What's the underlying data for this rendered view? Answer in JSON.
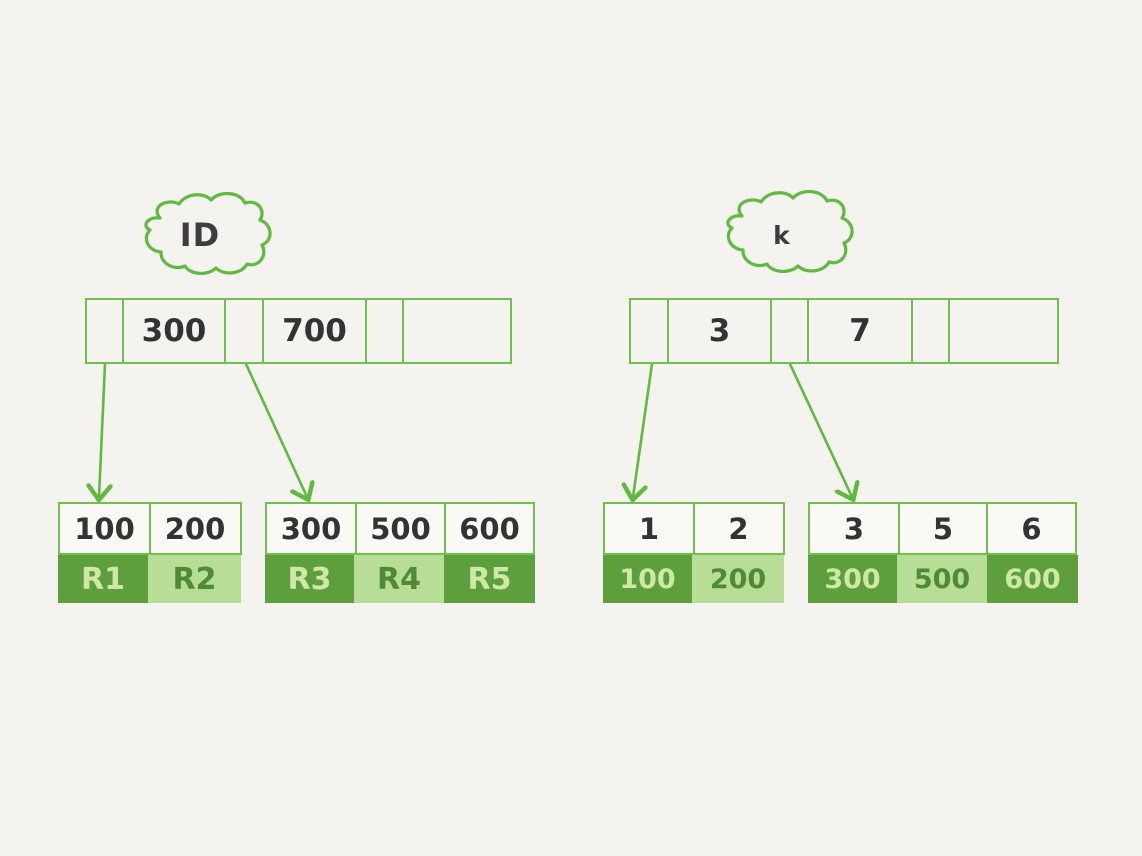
{
  "page": {
    "title": "B+ Tree Index Diagram",
    "background_color": "#f4f3ef",
    "line_color": "#6fc04f",
    "text_color": "#333333",
    "value_dark_color": "#5d9e3d",
    "value_light_color": "#b7dd97"
  },
  "trees": [
    {
      "name": "primary-index",
      "label": "ID",
      "root": {
        "cells": [
          {
            "type": "pointer",
            "label": ""
          },
          {
            "type": "key",
            "label": "300"
          },
          {
            "type": "pointer",
            "label": ""
          },
          {
            "type": "key",
            "label": "700"
          },
          {
            "type": "pointer",
            "label": ""
          },
          {
            "type": "blank",
            "label": ""
          }
        ]
      },
      "leaves": [
        {
          "name": "leaf-1",
          "keys": [
            "100",
            "200"
          ],
          "values": [
            "R1",
            "R2"
          ],
          "value_shades": [
            "dark",
            "light"
          ]
        },
        {
          "name": "leaf-2",
          "keys": [
            "300",
            "500",
            "600"
          ],
          "values": [
            "R3",
            "R4",
            "R5"
          ],
          "value_shades": [
            "dark",
            "light",
            "dark"
          ]
        }
      ]
    },
    {
      "name": "secondary-index",
      "label": "k",
      "root": {
        "cells": [
          {
            "type": "pointer",
            "label": ""
          },
          {
            "type": "key",
            "label": "3"
          },
          {
            "type": "pointer",
            "label": ""
          },
          {
            "type": "key",
            "label": "7"
          },
          {
            "type": "pointer",
            "label": ""
          },
          {
            "type": "blank",
            "label": ""
          }
        ]
      },
      "leaves": [
        {
          "name": "leaf-1",
          "keys": [
            "1",
            "2"
          ],
          "values": [
            "100",
            "200"
          ],
          "value_shades": [
            "dark",
            "light"
          ]
        },
        {
          "name": "leaf-2",
          "keys": [
            "3",
            "5",
            "6"
          ],
          "values": [
            "300",
            "500",
            "600"
          ],
          "value_shades": [
            "dark",
            "light",
            "dark"
          ]
        }
      ]
    }
  ]
}
